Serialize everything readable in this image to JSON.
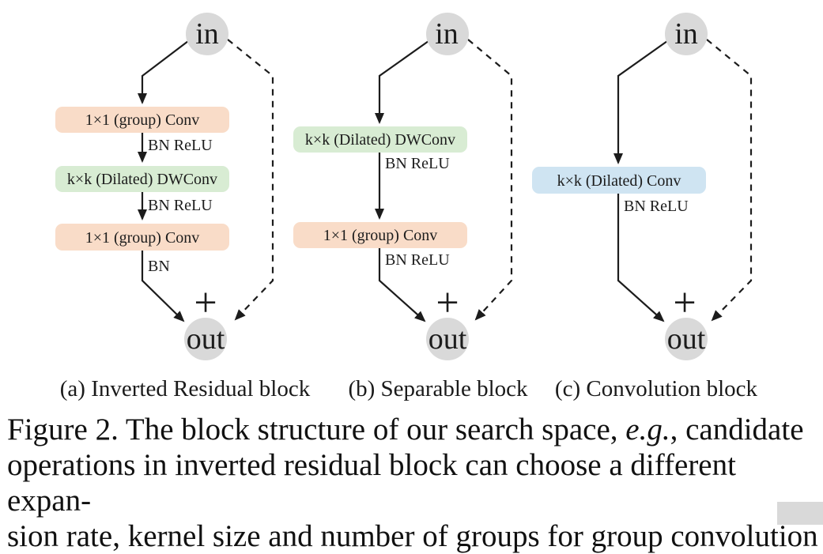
{
  "paper_figure": {
    "colors": {
      "node_circle": "#d9d9d9",
      "peach_box": "#f9dcc8",
      "green_box": "#d8ecd3",
      "blue_box": "#cfe4f2",
      "line": "#1c1c1c"
    },
    "diagrams": [
      {
        "name": "inverted-residual-block",
        "in": "in",
        "out": "out",
        "plus": "+",
        "layers": [
          {
            "label": "1×1 (group) Conv",
            "norm": "BN ReLU"
          },
          {
            "label": "k×k (Dilated) DWConv",
            "norm": "BN ReLU"
          },
          {
            "label": "1×1 (group) Conv",
            "norm": "BN"
          }
        ],
        "subcaption": "(a) Inverted Residual block"
      },
      {
        "name": "separable-block",
        "in": "in",
        "out": "out",
        "plus": "+",
        "layers": [
          {
            "label": "k×k (Dilated) DWConv",
            "norm": "BN ReLU"
          },
          {
            "label": "1×1 (group) Conv",
            "norm": "BN ReLU"
          }
        ],
        "subcaption": "(b) Separable block"
      },
      {
        "name": "convolution-block",
        "in": "in",
        "out": "out",
        "plus": "+",
        "layers": [
          {
            "label": "k×k (Dilated) Conv",
            "norm": "BN ReLU"
          }
        ],
        "subcaption": "(c) Convolution block"
      }
    ],
    "caption": {
      "l1a": "Figure 2. The block structure of our search space, ",
      "l1b": "e.g.",
      "l1c": ", candidate",
      "l2": "operations in inverted residual block can choose a different expan-",
      "l3": "sion rate, kernel size and number of groups for group convolution"
    }
  }
}
